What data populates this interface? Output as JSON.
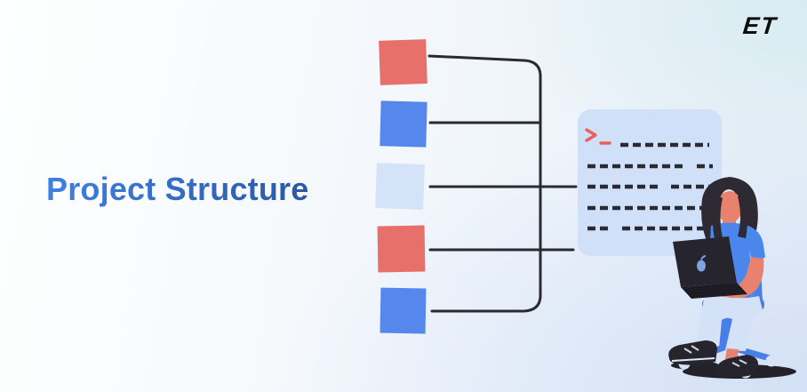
{
  "page": {
    "title": "Project Structure",
    "brand_logo": "ET"
  },
  "palette": {
    "title_blue_start": "#3f80e4",
    "title_blue_end": "#2a59a4",
    "red": "#e7706a",
    "blue": "#5587ec",
    "light_blue": "#d4e3f8",
    "line_dark": "#2b2a30",
    "panel_bg": "#cfe0f8",
    "prompt_red": "#e8615a",
    "skin": "#e8826f",
    "hair": "#2e2a33",
    "shirt": "#4a86ec",
    "pants": "#d3e2f6",
    "laptop": "#26252e",
    "laptop_base": "#1d1c24",
    "laptop_logo": "#7ba3e0",
    "chair": "#477fe9",
    "wheel": "#d8e4f6",
    "shadow": "#232229"
  },
  "diagram": {
    "squares": [
      {
        "id": "square-1",
        "color": "#e7706a"
      },
      {
        "id": "square-2",
        "color": "#5587ec"
      },
      {
        "id": "square-3",
        "color": "#d4e3f8"
      },
      {
        "id": "square-4",
        "color": "#e7706a"
      },
      {
        "id": "square-5",
        "color": "#5587ec"
      }
    ]
  },
  "terminal": {
    "prompt": ">_",
    "code_rows": 5
  }
}
